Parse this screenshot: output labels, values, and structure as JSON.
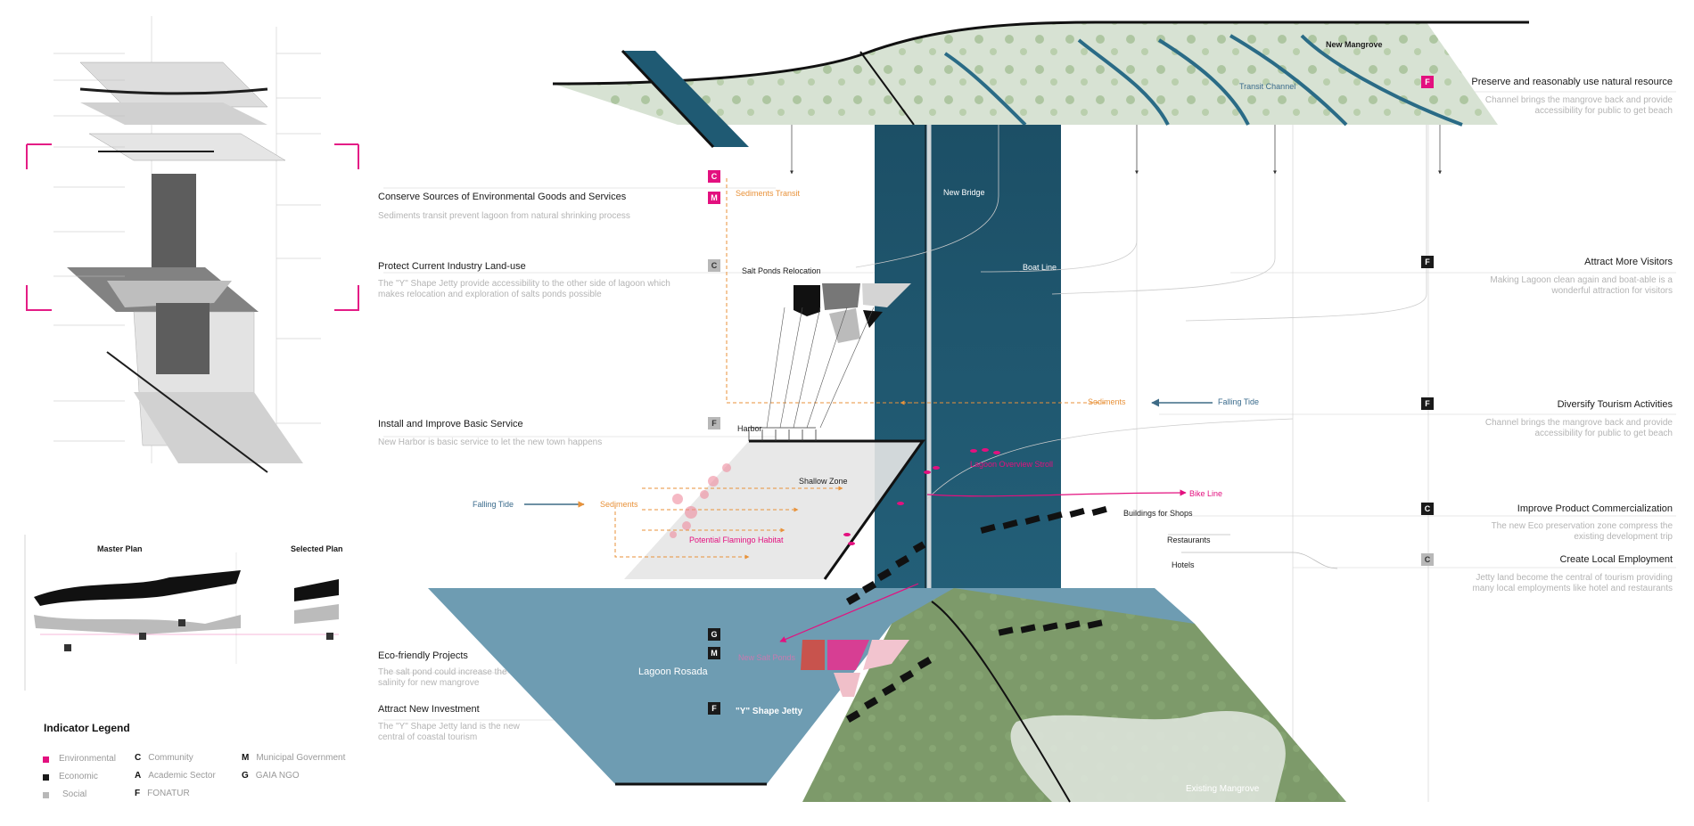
{
  "colors": {
    "environmental": "#e3107f",
    "economic": "#1a1a1a",
    "social": "#b8b8b8",
    "water": "#1f5a73",
    "lagoon": "#6e9cb2",
    "mangrove": "#d7e2d3",
    "green": "#7d9a6a"
  },
  "indicators": [
    {
      "goal": "Conserve Sources of Environmental Goods and Services",
      "desc": "Sediments transit prevent lagoon from natural shrinking process",
      "badges": [
        "C",
        "M"
      ]
    },
    {
      "goal": "Protect Current Industry Land-use",
      "desc": "The \"Y\" Shape Jetty provide accessibility to the other side of lagoon which makes relocation and exploration of salts ponds possible",
      "badges": [
        "C"
      ]
    },
    {
      "goal": "Install and Improve Basic Service",
      "desc": "New Harbor is basic service to let the new town happens",
      "badges": [
        "F"
      ]
    },
    {
      "goal": "Eco-friendly Projects",
      "desc": "The salt pond could increase the salinity for new mangrove",
      "badges": [
        "G",
        "M"
      ]
    },
    {
      "goal": "Attract New Investment",
      "desc": "The \"Y\" Shape Jetty land is the new central of coastal tourism",
      "badges": [
        "F"
      ]
    },
    {
      "goal": "Preserve and reasonably use natural resource",
      "desc": "Channel brings the mangrove back and provide accessibility for public to get beach",
      "badges": [
        "F"
      ]
    },
    {
      "goal": "Attract More Visitors",
      "desc": "Making Lagoon clean again and boat-able is a wonderful attraction for visitors",
      "badges": [
        "F"
      ]
    },
    {
      "goal": "Diversify Tourism Activities",
      "desc": "Channel brings the mangrove back and provide accessibility for public to get beach",
      "badges": [
        "F"
      ]
    },
    {
      "goal": "Improve Product Commercialization",
      "desc": "The new Eco preservation zone compress the existing development trip",
      "badges": [
        "C"
      ]
    },
    {
      "goal": "Create Local Employment",
      "desc": "Jetty land become the central of tourism providing many local employments like hotel and restaurants",
      "badges": [
        "C"
      ]
    }
  ],
  "map_labels": {
    "new_mangrove": "New Mangrove",
    "transit_channel": "Transit Channel",
    "new_bridge": "New Bridge",
    "boat_line": "Boat Line",
    "sediments_transit": "Sediments Transit",
    "salt_ponds_relocation": "Salt Ponds Relocation",
    "harbor": "Harbor",
    "shallow_zone": "Shallow Zone",
    "falling_tide": "Falling Tide",
    "sediments": "Sediments",
    "potential_flamingo_habitat": "Potential Flamingo Habitat",
    "lagoon_overview_stroll": "Lagoon Overview Stroll",
    "bike_line": "Bike Line",
    "buildings_for_shops": "Buildings for Shops",
    "restaurants": "Restaurants",
    "hotels": "Hotels",
    "lagoon_rosada": "Lagoon Rosada",
    "new_salt_ponds": "New Salt Ponds",
    "y_shape_jetty": "\"Y\" Shape Jetty",
    "existing_mangrove": "Existing Mangrove"
  },
  "plans": {
    "master": "Master Plan",
    "selected": "Selected Plan"
  },
  "legend": {
    "title": "Indicator Legend",
    "categories": [
      "Environmental",
      "Economic",
      "Social"
    ],
    "actors": [
      {
        "key": "C",
        "name": "Community"
      },
      {
        "key": "A",
        "name": "Academic Sector"
      },
      {
        "key": "F",
        "name": "FONATUR"
      },
      {
        "key": "M",
        "name": "Municipal Government"
      },
      {
        "key": "G",
        "name": "GAIA NGO"
      }
    ]
  }
}
